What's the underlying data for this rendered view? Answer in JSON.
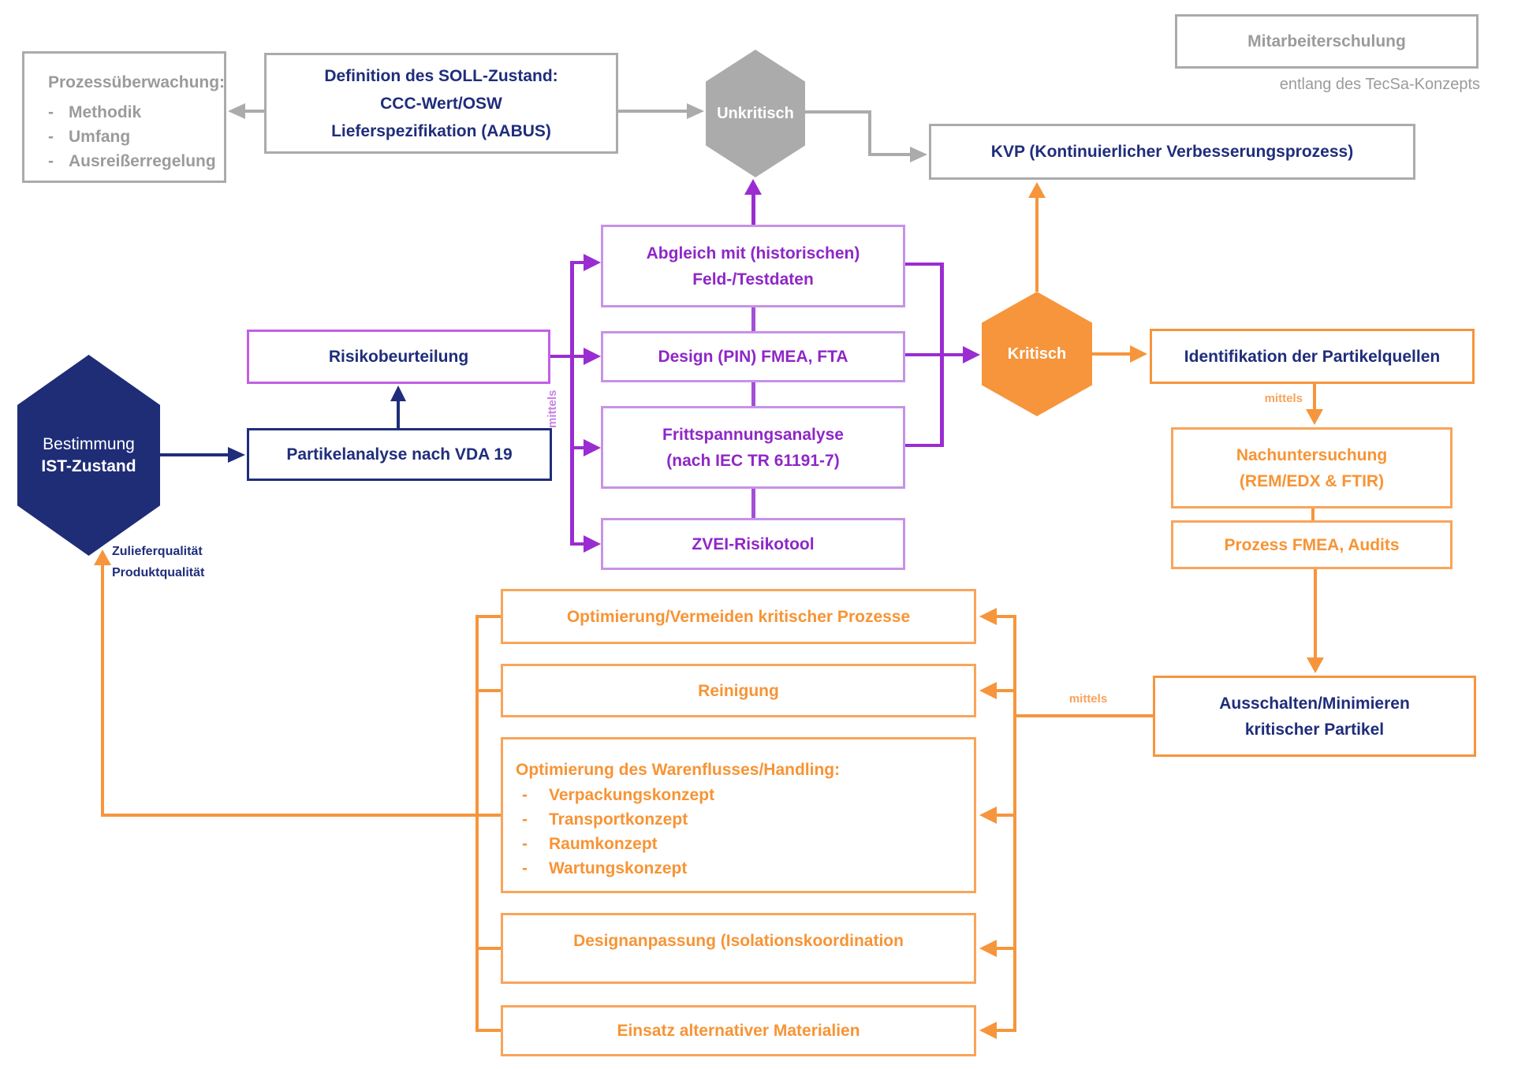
{
  "colors": {
    "navy": "#1F2D7B",
    "gray": "#ABABAB",
    "gray_text": "#9B9B9B",
    "purple": "#9A2DD1",
    "purple_text": "#8F27C7",
    "purple_light_border": "#C792E8",
    "orange": "#F6953C",
    "orange_light_border": "#F9A45A",
    "orange_text": "#F79435"
  },
  "monitoring": {
    "title": "Prozessüberwachung:",
    "bullet": "-",
    "items": [
      "Methodik",
      "Umfang",
      "Ausreißerregelung"
    ]
  },
  "soll": {
    "line1": "Definition des SOLL-Zustand:",
    "line2": "CCC-Wert/OSW",
    "line3": "Lieferspezifikation (AABUS)"
  },
  "unkritisch": {
    "label": "Unkritisch"
  },
  "kvp": {
    "label": "KVP (Kontinuierlicher Verbesserungsprozess)"
  },
  "training": {
    "label": "Mitarbeiterschulung",
    "subtitle": "entlang des TecSa-Konzepts"
  },
  "bestimmung": {
    "line1": "Bestimmung",
    "line2": "IST-Zustand"
  },
  "quality_note": {
    "line1": "Zulieferqualität",
    "line2": "Produktqualität"
  },
  "partikelanalyse": {
    "label": "Partikelanalyse nach VDA 19"
  },
  "risiko": {
    "label": "Risikobeurteilung"
  },
  "mittels_purple": "mittels",
  "abgleich": {
    "line1": "Abgleich mit (historischen)",
    "line2": "Feld-/Testdaten"
  },
  "design": {
    "label": "Design (PIN) FMEA, FTA"
  },
  "fritt": {
    "line1": "Frittspannungsanalyse",
    "line2": "(nach IEC TR 61191-7)"
  },
  "zvei": {
    "label": "ZVEI-Risikotool"
  },
  "kritisch": {
    "label": "Kritisch"
  },
  "identifikation": {
    "label": "Identifikation der Partikelquellen"
  },
  "mittels_orange1": "mittels",
  "nachuntersuchung": {
    "line1": "Nachuntersuchung",
    "line2": "(REM/EDX & FTIR)"
  },
  "prozess_fmea": {
    "label": "Prozess FMEA, Audits"
  },
  "ausschalten": {
    "line1": "Ausschalten/Minimieren",
    "line2": "kritischer Partikel"
  },
  "mittels_orange2": "mittels",
  "measures": {
    "m1": "Optimierung/Vermeiden kritischer Prozesse",
    "m2": "Reinigung",
    "m3_title": "Optimierung des Warenflusses/Handling:",
    "m3_bullet": "-",
    "m3_items": [
      "Verpackungskonzept",
      "Transportkonzept",
      "Raumkonzept",
      "Wartungskonzept"
    ],
    "m4": "Designanpassung (Isolationskoordination",
    "m5": "Einsatz alternativer Materialien"
  }
}
